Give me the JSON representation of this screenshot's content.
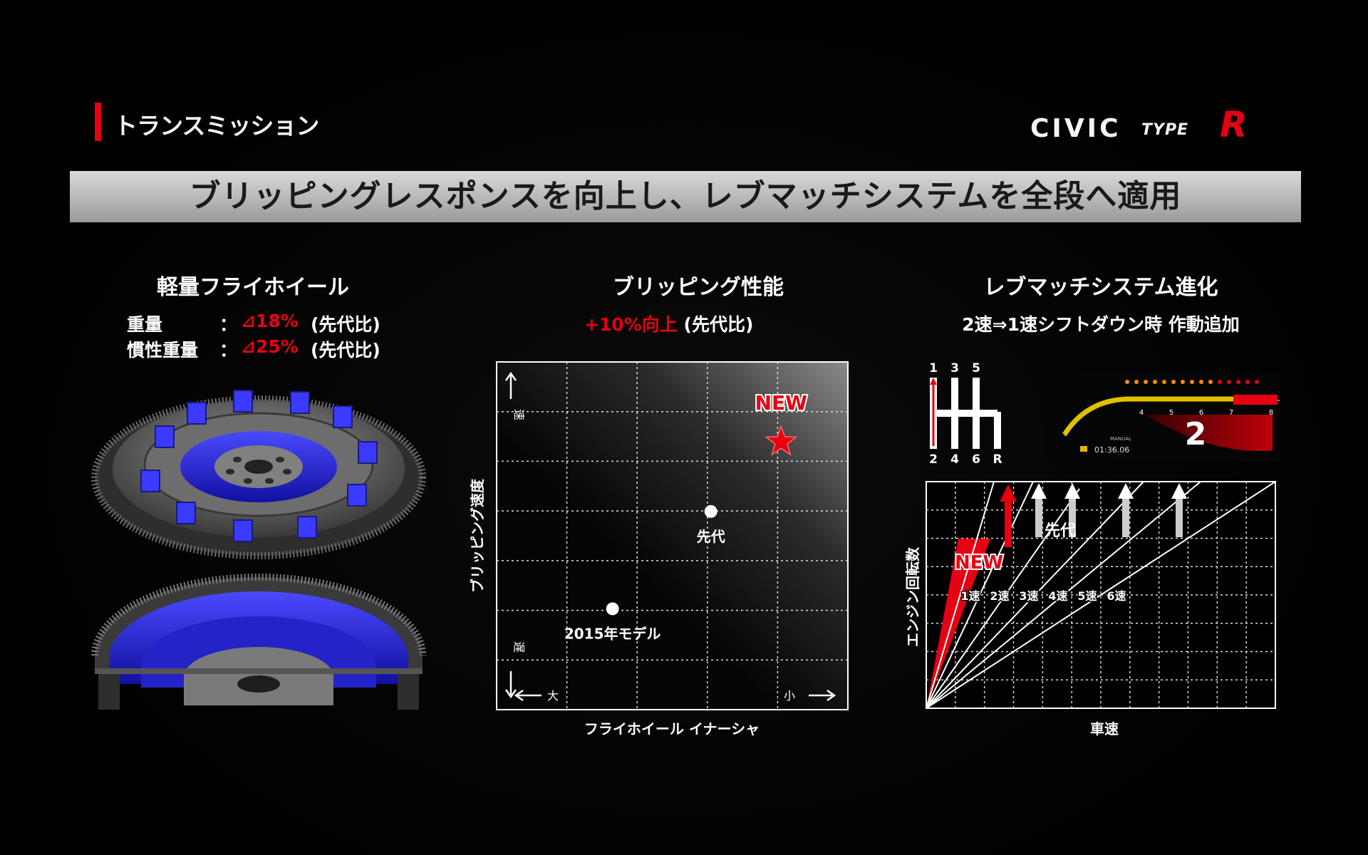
{
  "header": {
    "section_title": "トランスミッション",
    "brand_civic": "CIVIC",
    "brand_type": "TYPE",
    "brand_r": "R"
  },
  "banner": {
    "text": "ブリッピングレスポンスを向上し、レブマッチシステムを全段へ適用"
  },
  "flywheel": {
    "title": "軽量フライホイール",
    "rows": [
      {
        "label": "重量",
        "colon": "：",
        "value": "⊿18%",
        "note": "(先代比)"
      },
      {
        "label": "慣性重量",
        "colon": "：",
        "value": "⊿25%",
        "note": "(先代比)"
      }
    ]
  },
  "blipping": {
    "title": "ブリッピング性能",
    "sub_red": "+10%向上",
    "sub_note": "(先代比)",
    "ylabel": "ブリッピング速度",
    "xlabel": "フライホイール イナーシャ",
    "y_fast": "速",
    "y_slow": "遅",
    "x_large": "大",
    "x_small": "小",
    "points": [
      {
        "label": "2015年モデル",
        "x": 0.33,
        "y": 0.29
      },
      {
        "label": "先代",
        "x": 0.61,
        "y": 0.57
      },
      {
        "label": "NEW",
        "x": 0.81,
        "y": 0.77
      }
    ]
  },
  "revmatch": {
    "title": "レブマッチシステム進化",
    "sub": "2速⇒1速シフトダウン時 作動追加",
    "gear_top": [
      "1",
      "3",
      "5"
    ],
    "gear_bottom": [
      "2",
      "4",
      "6",
      "R"
    ],
    "dash_gear": "2",
    "dash_ticks": [
      "4",
      "5",
      "6",
      "7",
      "8"
    ],
    "dash_time": "01:36.06",
    "dash_mode": "MANUAL",
    "ylabel": "エンジン回転数",
    "xlabel": "車速",
    "label_prev": "先代",
    "label_new": "NEW",
    "speeds": [
      "1速",
      "2速",
      "3速",
      "4速",
      "5速",
      "6速"
    ]
  },
  "colors": {
    "accent_red": "#e60012",
    "flywheel_blue": "#2c2cff"
  }
}
